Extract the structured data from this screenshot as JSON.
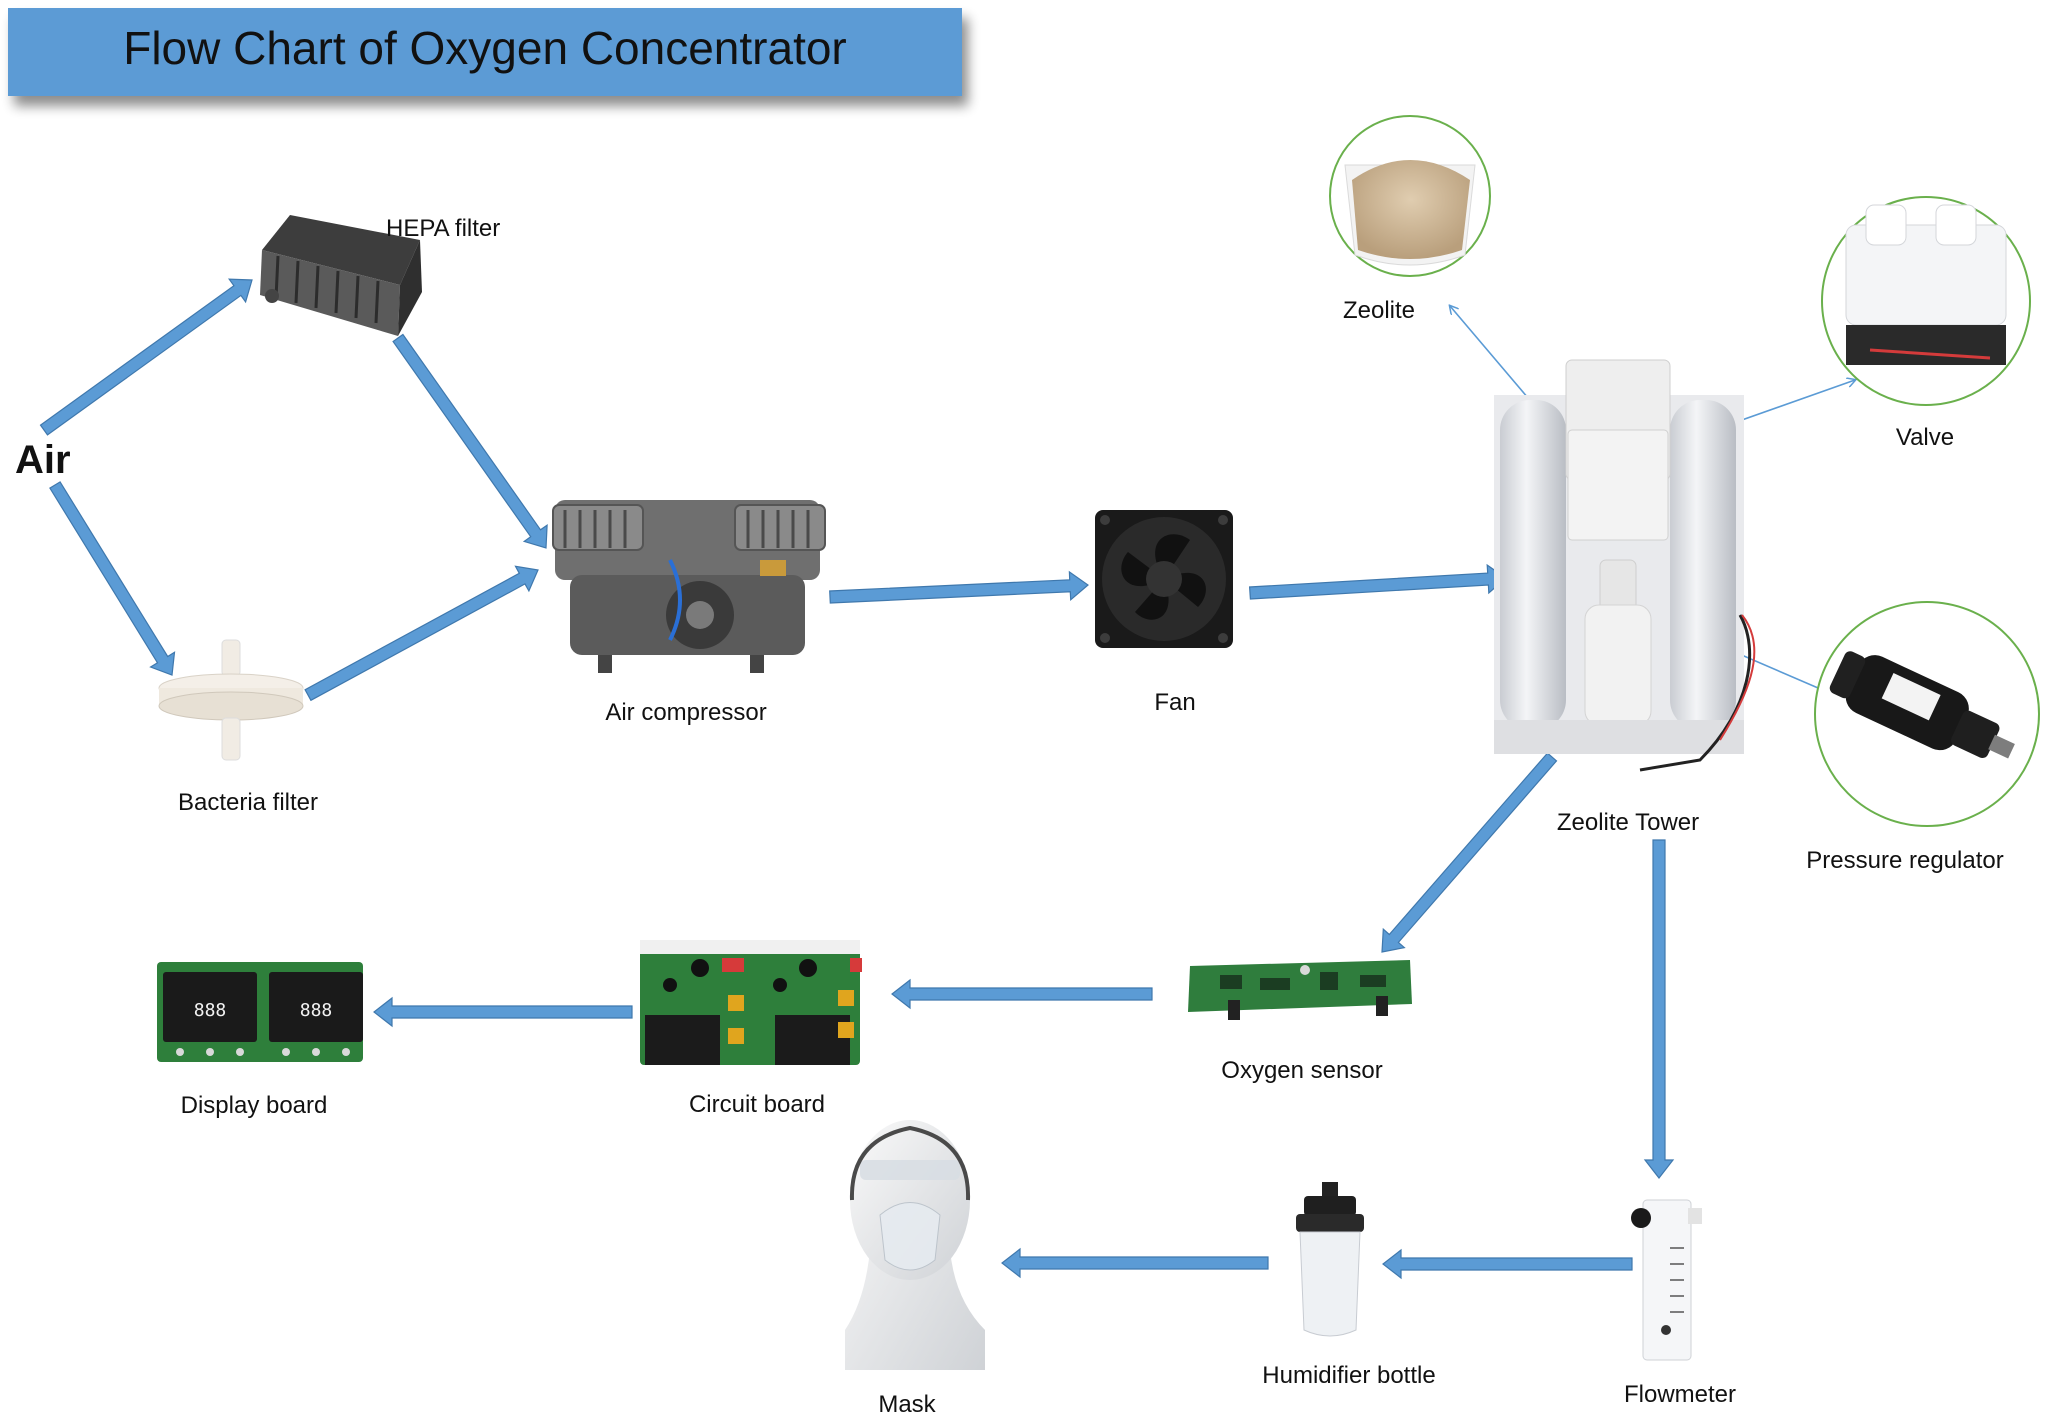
{
  "title": "Flow Chart of Oxygen Concentrator",
  "colors": {
    "title_bg": "#5b9bd5",
    "arrow_fill": "#5b9bd5",
    "arrow_stroke": "#3f78ad",
    "leader_line": "#5b9bd5",
    "circle_border": "#6ab04c"
  },
  "nodes": {
    "air": "Air",
    "hepa_filter": "HEPA filter",
    "bacteria_filter": "Bacteria filter",
    "air_compressor": "Air compressor",
    "fan": "Fan",
    "zeolite_tower": "Zeolite Tower",
    "zeolite": "Zeolite",
    "valve": "Valve",
    "pressure_regulator": "Pressure regulator",
    "oxygen_sensor": "Oxygen sensor",
    "circuit_board": "Circuit board",
    "display_board": "Display board",
    "flowmeter": "Flowmeter",
    "humidifier_bottle": "Humidifier bottle",
    "mask": "Mask"
  },
  "flows": [
    [
      "air",
      "hepa_filter"
    ],
    [
      "air",
      "bacteria_filter"
    ],
    [
      "hepa_filter",
      "air_compressor"
    ],
    [
      "bacteria_filter",
      "air_compressor"
    ],
    [
      "air_compressor",
      "fan"
    ],
    [
      "fan",
      "zeolite_tower"
    ],
    [
      "zeolite_tower",
      "oxygen_sensor"
    ],
    [
      "zeolite_tower",
      "flowmeter"
    ],
    [
      "oxygen_sensor",
      "circuit_board"
    ],
    [
      "circuit_board",
      "display_board"
    ],
    [
      "flowmeter",
      "humidifier_bottle"
    ],
    [
      "humidifier_bottle",
      "mask"
    ]
  ],
  "callouts": [
    [
      "zeolite_tower",
      "zeolite"
    ],
    [
      "zeolite_tower",
      "valve"
    ],
    [
      "zeolite_tower",
      "pressure_regulator"
    ]
  ],
  "display_digits": "888"
}
